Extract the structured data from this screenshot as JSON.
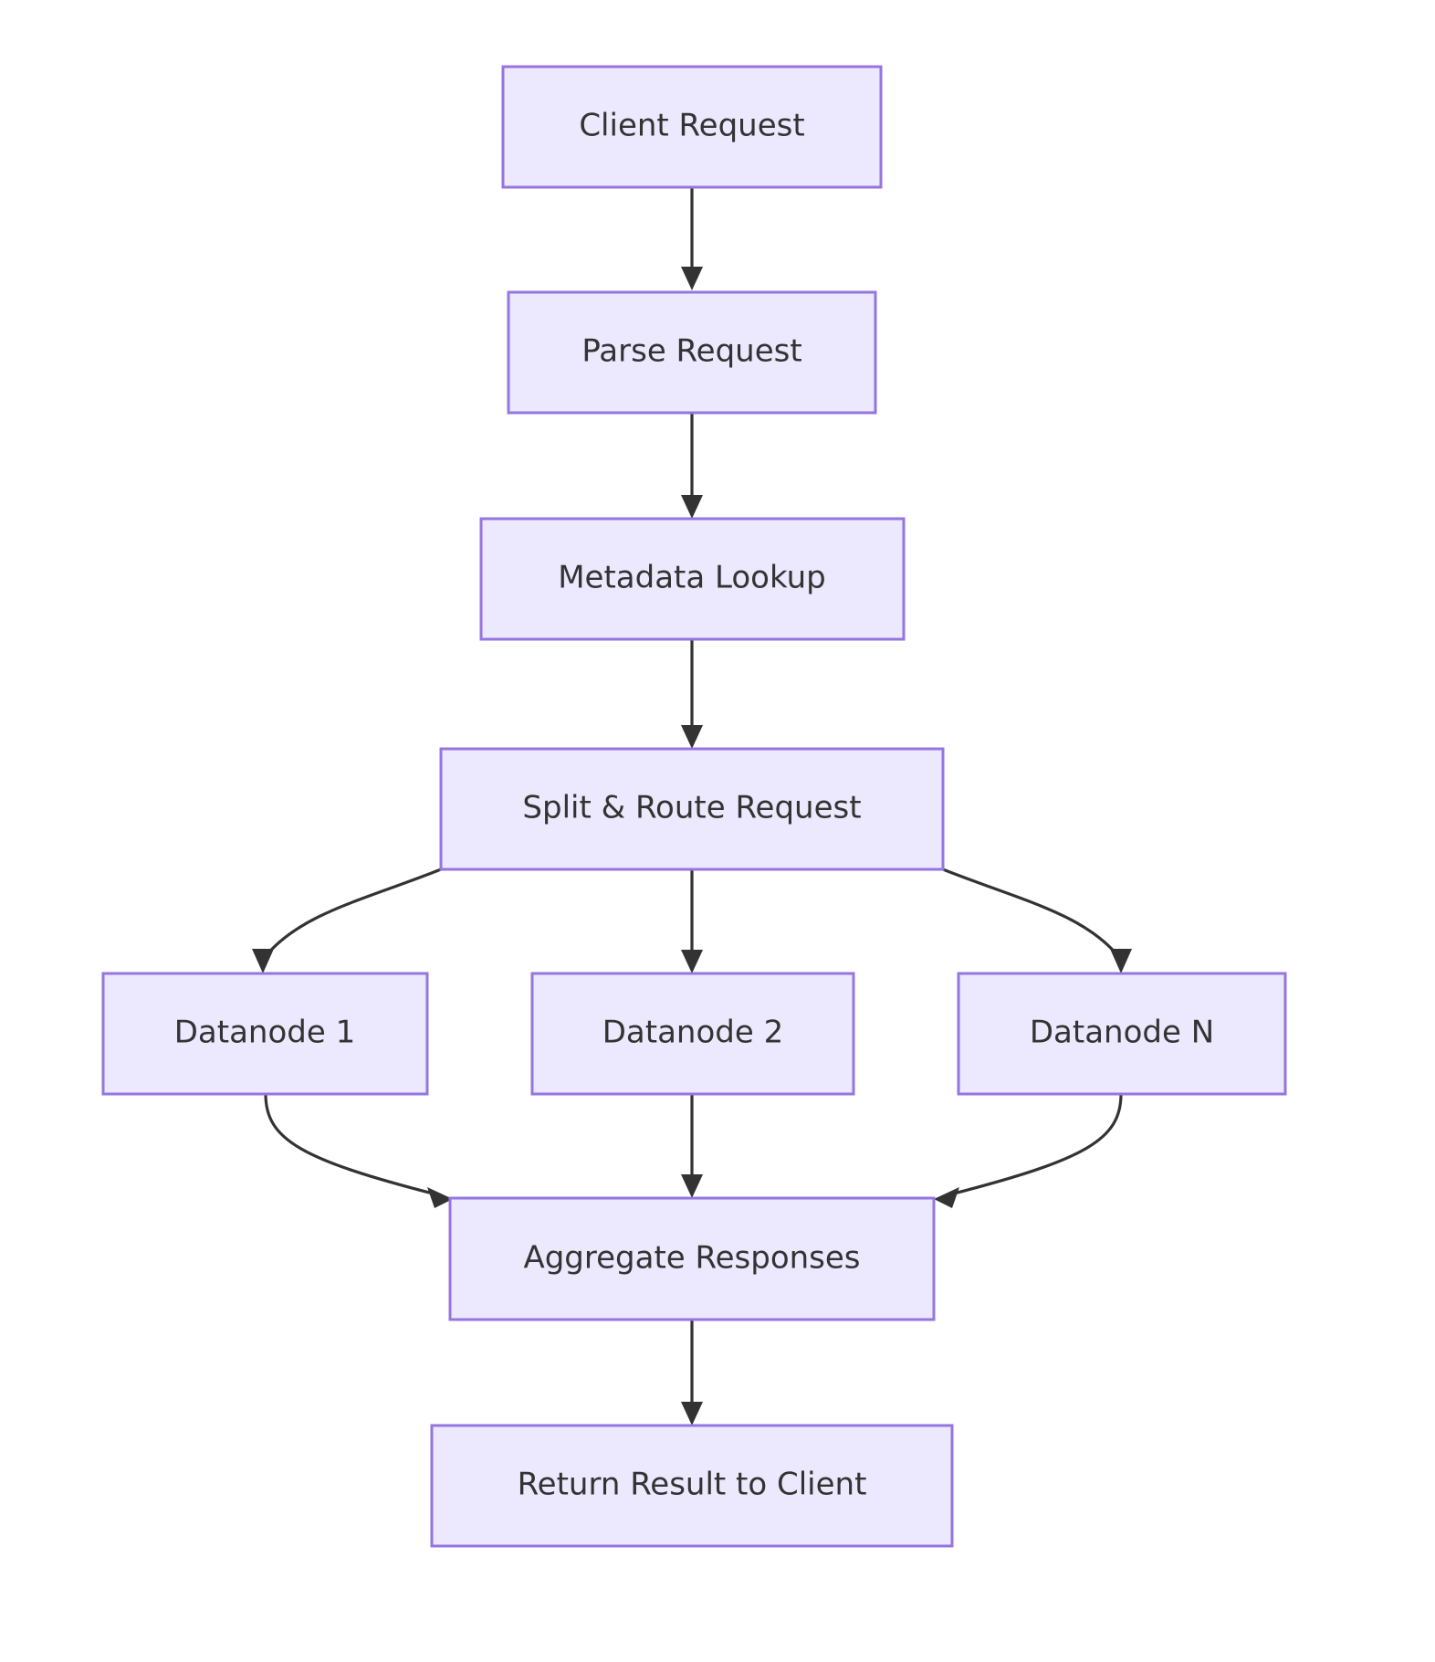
{
  "diagram": {
    "type": "flowchart",
    "direction": "top-to-bottom",
    "background_color": "#ffffff",
    "node_fill_color": "#ECE8FD",
    "node_border_color": "#9575E0",
    "node_text_color": "#333333",
    "edge_color": "#333333",
    "nodes": [
      {
        "id": "client_request",
        "label": "Client Request"
      },
      {
        "id": "parse_request",
        "label": "Parse Request"
      },
      {
        "id": "metadata_lookup",
        "label": "Metadata Lookup"
      },
      {
        "id": "split_route_request",
        "label": "Split & Route Request"
      },
      {
        "id": "datanode_1",
        "label": "Datanode 1"
      },
      {
        "id": "datanode_2",
        "label": "Datanode 2"
      },
      {
        "id": "datanode_n",
        "label": "Datanode N"
      },
      {
        "id": "aggregate_responses",
        "label": "Aggregate Responses"
      },
      {
        "id": "return_result",
        "label": "Return Result to Client"
      }
    ],
    "edges": [
      {
        "from": "client_request",
        "to": "parse_request",
        "label": ""
      },
      {
        "from": "parse_request",
        "to": "metadata_lookup",
        "label": ""
      },
      {
        "from": "metadata_lookup",
        "to": "split_route_request",
        "label": ""
      },
      {
        "from": "split_route_request",
        "to": "datanode_1",
        "label": ""
      },
      {
        "from": "split_route_request",
        "to": "datanode_2",
        "label": ""
      },
      {
        "from": "split_route_request",
        "to": "datanode_n",
        "label": ""
      },
      {
        "from": "datanode_1",
        "to": "aggregate_responses",
        "label": ""
      },
      {
        "from": "datanode_2",
        "to": "aggregate_responses",
        "label": ""
      },
      {
        "from": "datanode_n",
        "to": "aggregate_responses",
        "label": ""
      },
      {
        "from": "aggregate_responses",
        "to": "return_result",
        "label": ""
      }
    ]
  }
}
